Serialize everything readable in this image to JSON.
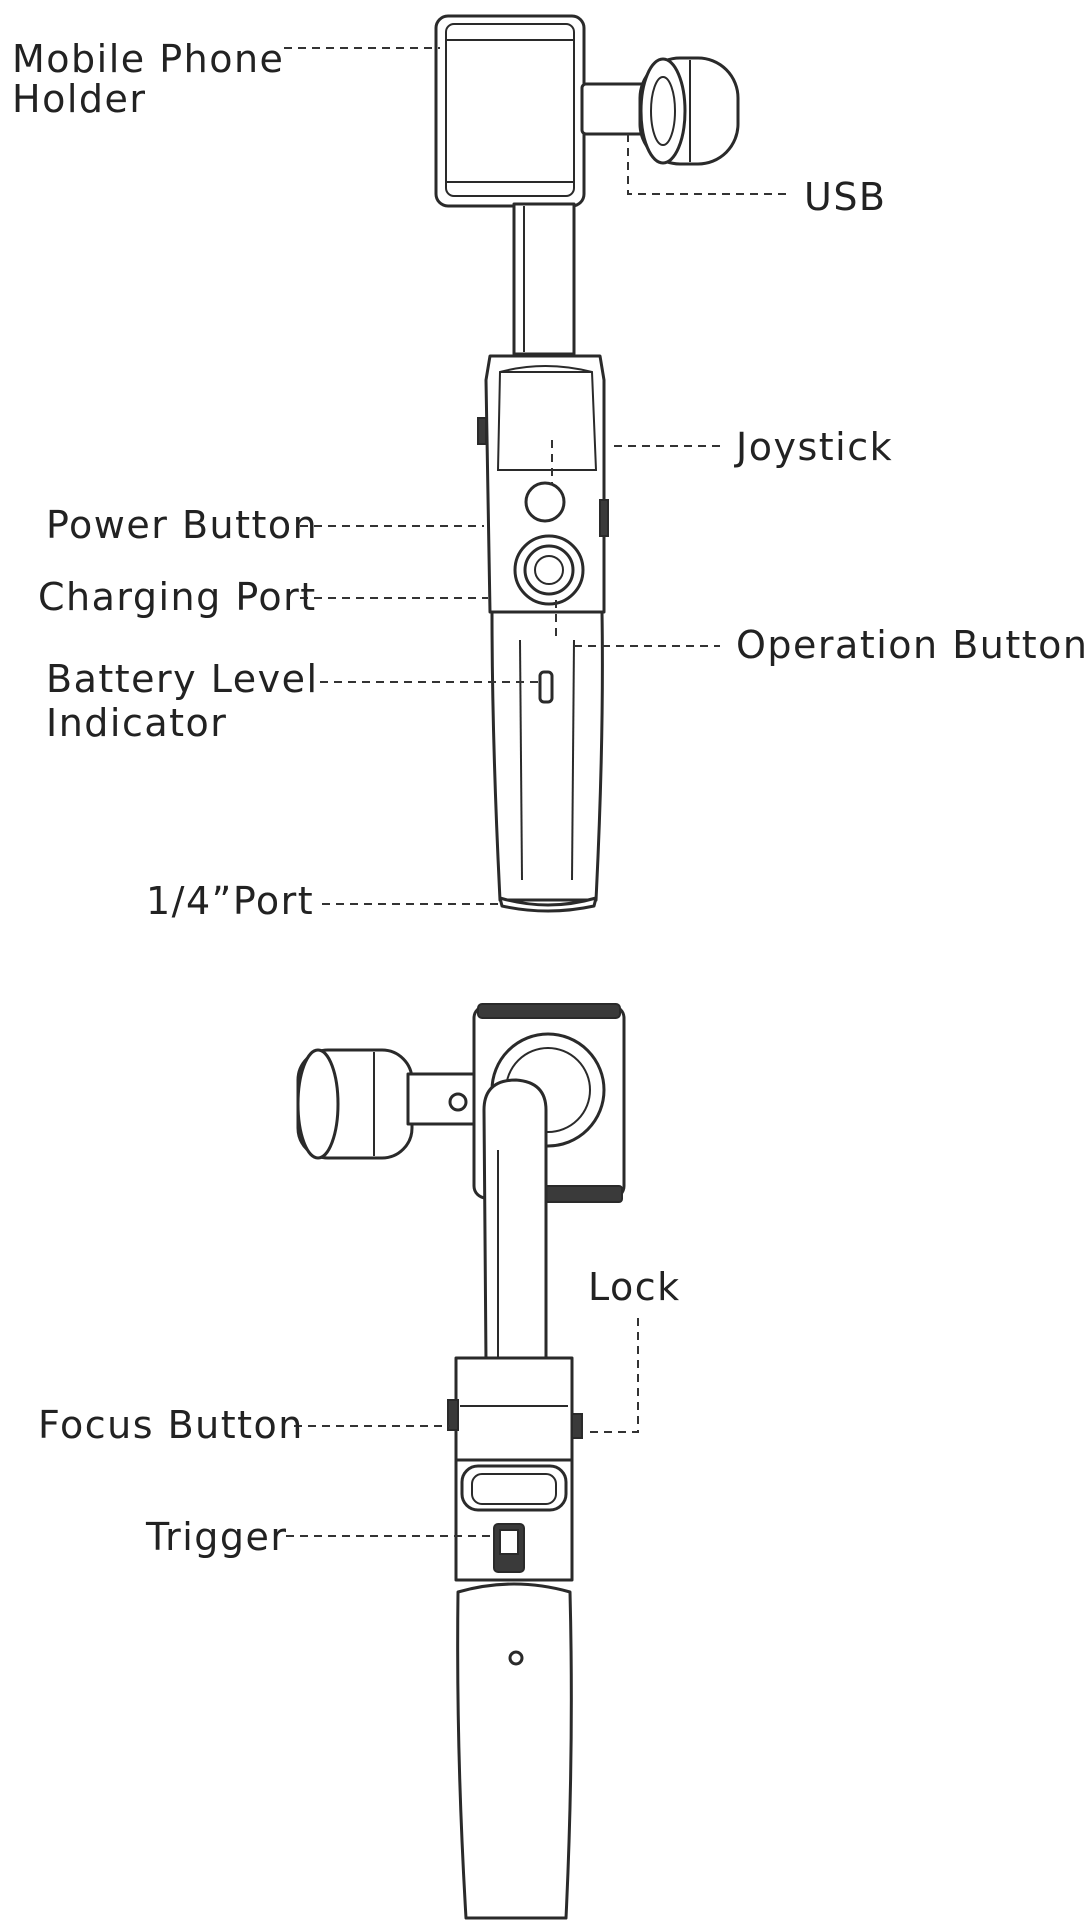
{
  "diagram": {
    "front_view": {
      "labels": {
        "phone_holder_line1": "Mobile Phone",
        "phone_holder_line2": "Holder",
        "usb": "USB",
        "joystick": "Joystick",
        "power_button": "Power Button",
        "charging_port": "Charging Port",
        "operation_buttons": "Operation Buttons",
        "battery_line1": "Battery Level",
        "battery_line2": "Indicator",
        "quarter_port": "1/4”Port"
      }
    },
    "back_view": {
      "labels": {
        "lock": "Lock",
        "focus_button": "Focus Button",
        "trigger": "Trigger"
      }
    },
    "colors": {
      "line": "#2a2a2a",
      "text": "#222222",
      "background": "#ffffff"
    }
  }
}
